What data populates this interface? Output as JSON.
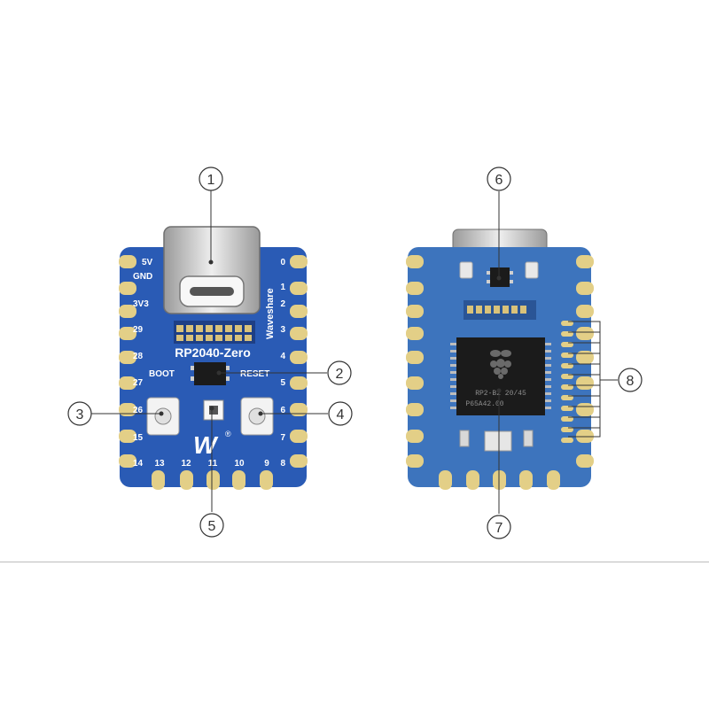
{
  "front": {
    "left_pins": [
      "5V",
      "GND",
      "3V3",
      "29",
      "28",
      "27",
      "26",
      "15",
      "14"
    ],
    "right_pins": [
      "0",
      "1",
      "2",
      "3",
      "4",
      "5",
      "6",
      "7",
      "8"
    ],
    "bottom_pins": [
      "13",
      "12",
      "11",
      "10",
      "9"
    ],
    "brand_vertical": "Waveshare",
    "board_name": "RP2040-Zero",
    "boot_label": "BOOT",
    "reset_label": "RESET",
    "logo_glyph": "W",
    "logo_mark": "®"
  },
  "back": {
    "chip_line1": "RP2-B2  20/45",
    "chip_line2": "P65A42.00"
  },
  "callouts": [
    "1",
    "2",
    "3",
    "4",
    "5",
    "6",
    "7",
    "8"
  ],
  "colors": {
    "front_pcb": "#2a5bb5",
    "back_pcb": "#3d74bd",
    "pad_gold": "#e3cf87",
    "chip": "#1b1b1b",
    "line": "#333333"
  }
}
